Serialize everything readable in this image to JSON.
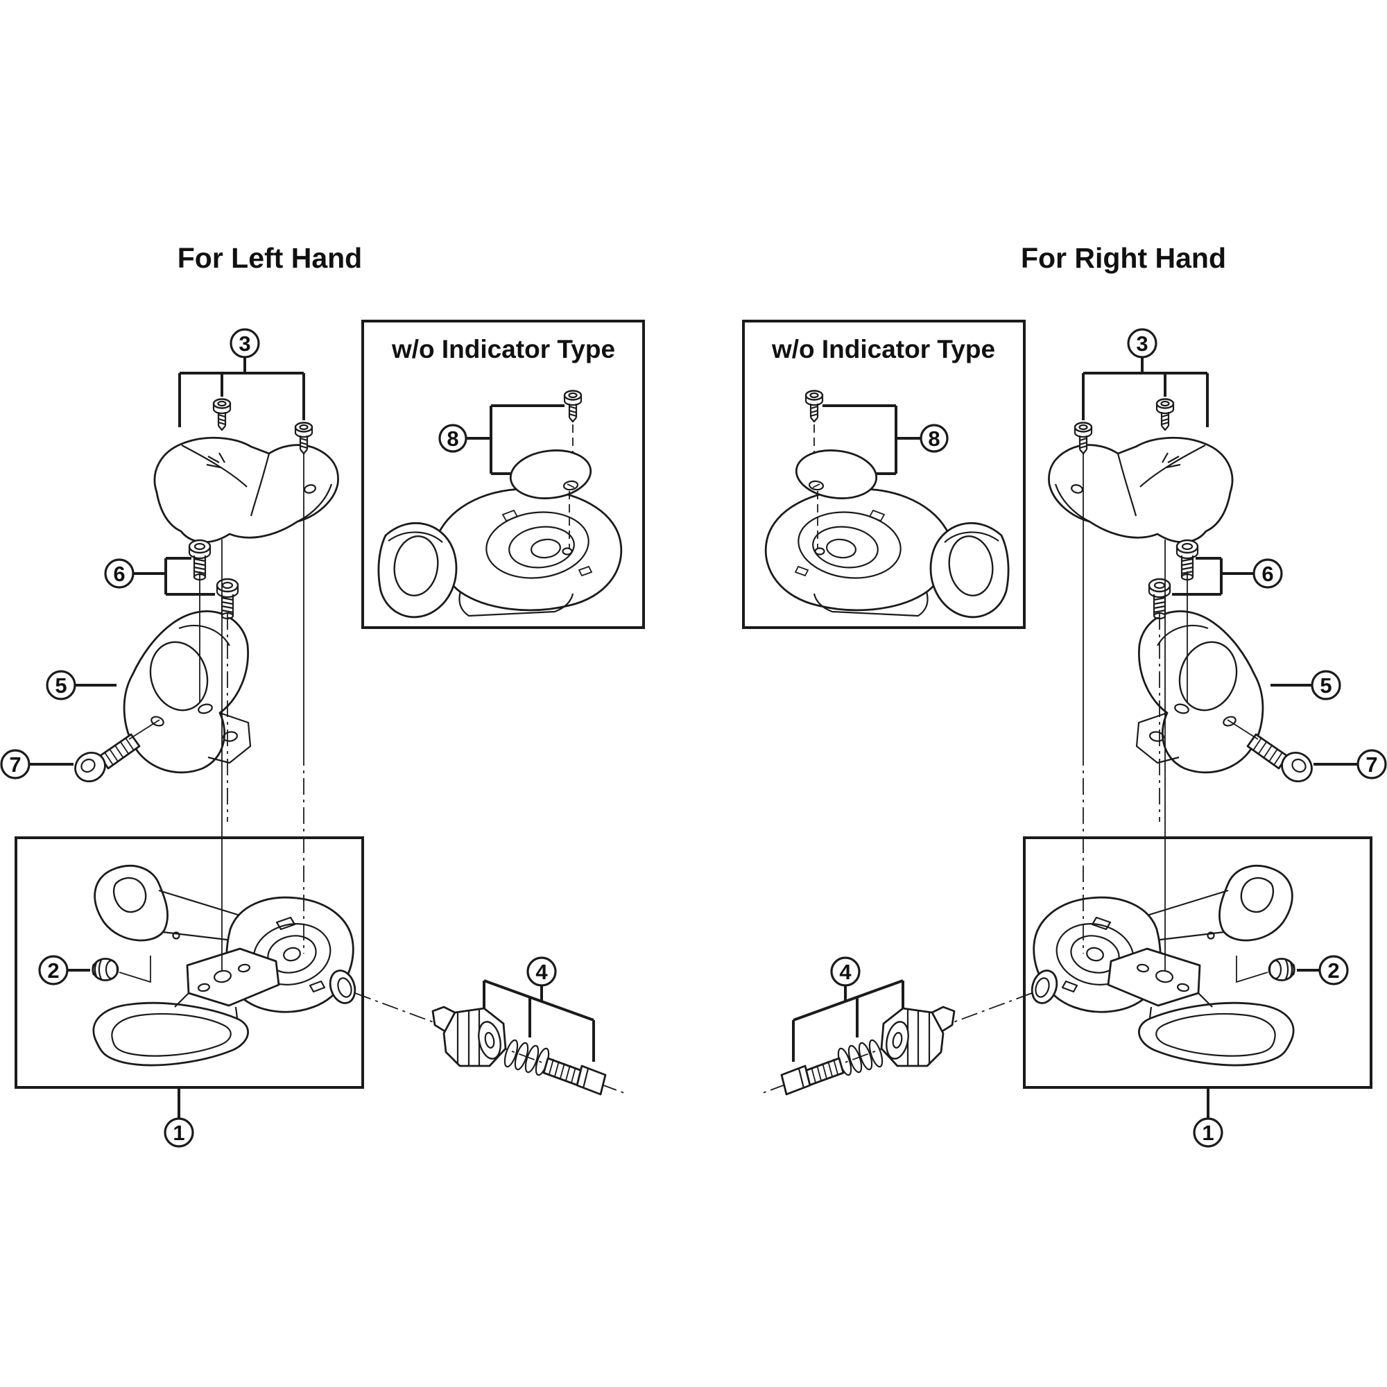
{
  "page": {
    "background_color": "#ffffff",
    "line_color": "#1b1b1b",
    "description_texts": {
      "left_title": "For Left Hand",
      "right_title": "For Right Hand"
    }
  },
  "left_panel": {
    "title": "For Left Hand",
    "inset_label": "w/o Indicator Type"
  },
  "right_panel": {
    "title": "For Right Hand",
    "inset_label": "w/o Indicator Type"
  },
  "callouts": {
    "1": "1",
    "2": "2",
    "3": "3",
    "4": "4",
    "5": "5",
    "6": "6",
    "7": "7",
    "8": "8"
  }
}
